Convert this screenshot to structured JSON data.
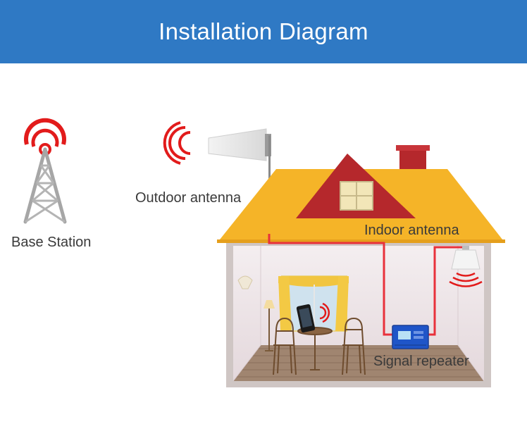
{
  "header": {
    "title": "Installation Diagram"
  },
  "labels": {
    "base_station": "Base Station",
    "outdoor_antenna": "Outdoor antenna",
    "indoor_antenna": "Indoor antenna",
    "signal_repeater": "Signal repeater"
  },
  "colors": {
    "header_bg": "#2f79c4",
    "roof": "#f5b428",
    "gable": "#b5282c",
    "signal_waves": "#e21b1b",
    "cable": "#e8313b",
    "tower": "#a6a6a6",
    "repeater": "#1f55c8"
  },
  "icons": [
    "signal-tower-icon",
    "log-periodic-antenna-icon",
    "ceiling-antenna-icon",
    "repeater-device-icon",
    "smartphone-icon",
    "wifi-wave-icon"
  ]
}
